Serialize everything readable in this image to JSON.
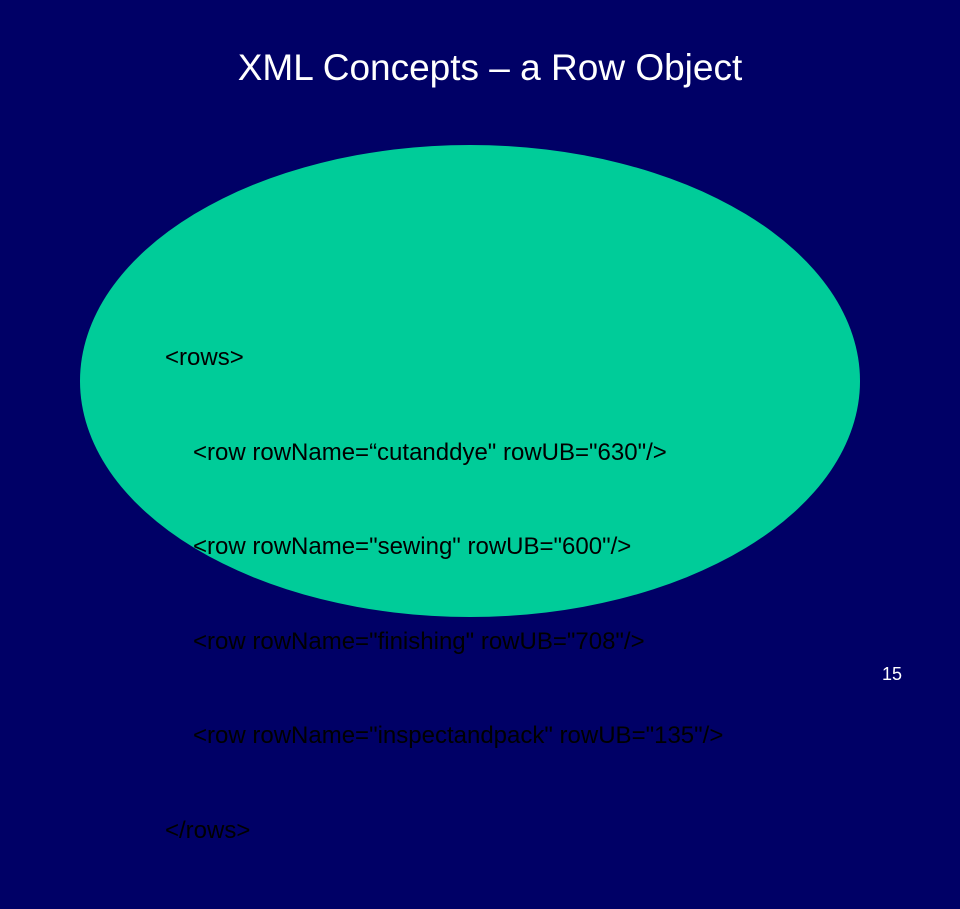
{
  "slide": {
    "title": "XML Concepts – a Row Object",
    "page_number": "15",
    "code_lines": [
      "<rows>",
      "<row rowName=“cutanddye\" rowUB=\"630\"/>",
      "<row rowName=\"sewing\" rowUB=\"600\"/>",
      "<row rowName=\"finishing\" rowUB=\"708\"/>",
      "<row rowName=\"inspectandpack\" rowUB=\"135\"/>",
      "</rows>"
    ]
  },
  "colors": {
    "background": "#000066",
    "ellipse": "#00cc99",
    "title_text": "#ffffff",
    "code_text": "#000000"
  }
}
